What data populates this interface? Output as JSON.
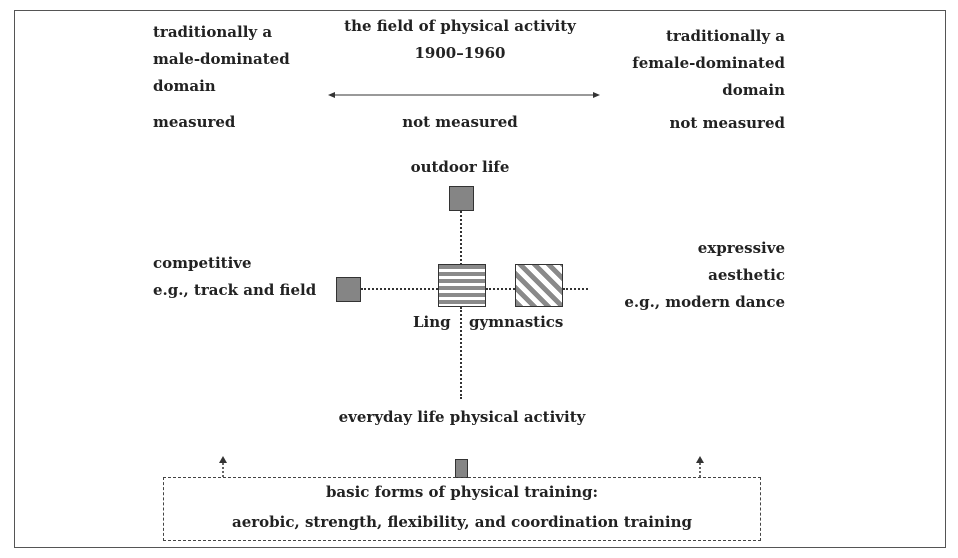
{
  "header": {
    "title_line1": "the field of physical activity",
    "title_line2": "1900–1960"
  },
  "left": {
    "domain_line1": "traditionally a",
    "domain_line2": "male-dominated",
    "domain_line3": "domain",
    "measured": "measured",
    "competitive_line1": "competitive",
    "competitive_line2": "e.g., track and field"
  },
  "center": {
    "measured": "not measured",
    "top_label": "outdoor life",
    "bottom_label": "everyday life physical activity",
    "ling_label": "Ling",
    "gymnastics_label": "gymnastics"
  },
  "right": {
    "domain_line1": "traditionally a",
    "domain_line2": "female-dominated",
    "domain_line3": "domain",
    "measured": "not measured",
    "expressive_line1": "expressive",
    "expressive_line2": "aesthetic",
    "expressive_line3": "e.g., modern dance"
  },
  "bottom": {
    "line1": "basic forms of physical training:",
    "line2": "aerobic, strength, flexibility, and coordination training"
  },
  "colors": {
    "square_fill": "#858585",
    "stroke": "#333333"
  }
}
